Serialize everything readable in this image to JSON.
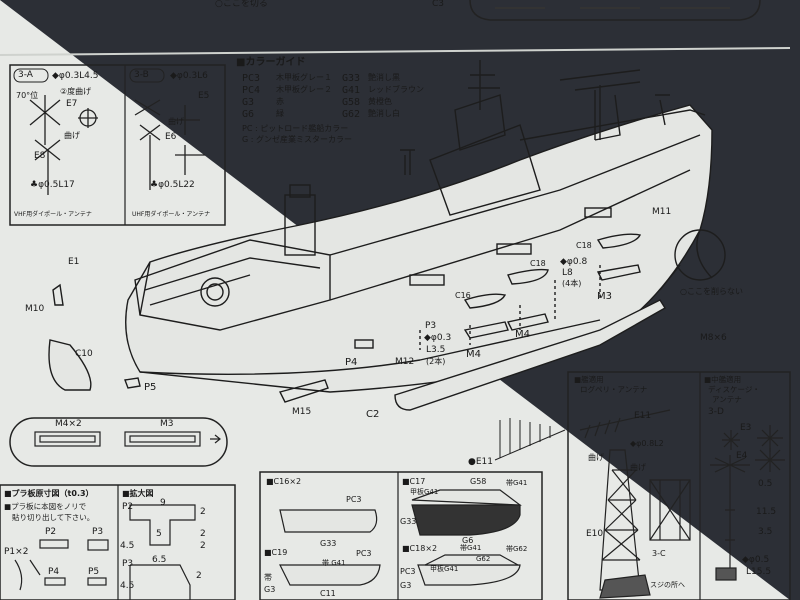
{
  "colors": {
    "paper": "#e9ebe8",
    "ink": "#1a1a1a",
    "background": "#2c2f36"
  },
  "top_text": "○ここを切る",
  "top_label": "C3",
  "color_guide": {
    "title": "■カラーガイド",
    "rows": [
      {
        "code": "PC3",
        "name": "木甲板グレー１",
        "code2": "G33",
        "name2": "艶消し黒"
      },
      {
        "code": "PC4",
        "name": "木甲板グレー２",
        "code2": "G41",
        "name2": "レッドブラウン"
      },
      {
        "code": "G3",
        "name": "赤",
        "code2": "G58",
        "name2": "黄橙色"
      },
      {
        "code": "G6",
        "name": "緑",
        "code2": "G62",
        "name2": "艶消し白"
      }
    ],
    "notes": [
      "PC : ピットロード艦船カラー",
      "G : グンゼ産業ミスターカラー"
    ]
  },
  "panel_3a": {
    "id": "3-A",
    "labels": [
      "◆φ0.3L4.5",
      "70°位",
      "②度曲げ",
      "E7",
      "曲げ",
      "E8",
      "♣φ0.5L17",
      "VHF用ダイポール・アンテナ"
    ]
  },
  "panel_3b": {
    "id": "3-B",
    "labels": [
      "◆φ0.3L6",
      "E5",
      "曲げ",
      "E6",
      "♣φ0.5L22",
      "UHF用ダイポール・アンテナ"
    ]
  },
  "ship_labels": [
    "E1",
    "M10",
    "C10",
    "P5",
    "P4",
    "M15",
    "C2",
    "P3",
    "M12",
    "◆φ0.3",
    "L3.5",
    "(2本)",
    "M4",
    "M4",
    "C16",
    "C18",
    "C18",
    "◆φ0.8",
    "L8",
    "(4本)",
    "M3",
    "M11",
    "○ここを削らない",
    "M8×6"
  ],
  "strip": {
    "m4": "M4×2",
    "m3": "M3"
  },
  "e11_label": "●E11",
  "left_panel": {
    "title": "■プラ板原寸図（t0.3）",
    "lines": [
      "■プラ板に本図をノリで",
      "貼り切り出して下さい。"
    ],
    "parts": [
      "P2",
      "P3",
      "P1×2",
      "P4",
      "P5"
    ]
  },
  "zoom_panel": {
    "title": "■拡大図",
    "labels": [
      "P2",
      "9",
      "2",
      "5",
      "2",
      "4.5",
      "2",
      "P3",
      "6.5",
      "2",
      "4.5"
    ]
  },
  "boat_panel": {
    "labels": [
      "■C16×2",
      "PC3",
      "G33",
      "■C19",
      "PC3",
      "帯 G41",
      "帯",
      "G3",
      "C11",
      "■C17",
      "G58",
      "甲板G41",
      "帯G41",
      "G33",
      "G6",
      "■C18×2",
      "帯G41",
      "G62",
      "甲板G41",
      "帯G62",
      "PC3",
      "G3"
    ]
  },
  "antenna_panel": {
    "title_left": "■艦適用",
    "title_left2": "ログペリ・アンテナ",
    "title_right": "■中艦適用",
    "title_right2": "ディスケージ・",
    "title_right3": "アンテナ",
    "labels": [
      "E11",
      "◆φ0.8L2",
      "曲げ",
      "曲げ",
      "E10",
      "3-C",
      "スジの所へ"
    ],
    "panel_3d": "3-D",
    "dims": [
      "E3",
      "E4",
      "0.5",
      "11.5",
      "3.5",
      "◆φ0.5",
      "L15.5"
    ]
  }
}
